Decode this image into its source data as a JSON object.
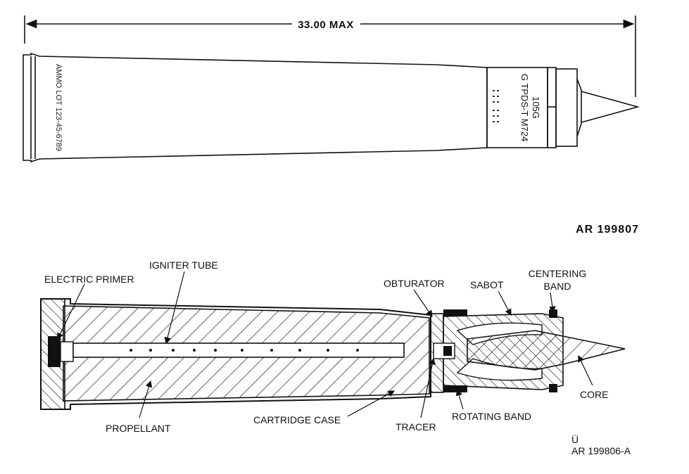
{
  "top_view": {
    "dimension_label": "33.00 MAX",
    "case_stamp": "AMMO LOT 123-45-6789",
    "body_marking_line1": "105G",
    "body_marking_line2": "G TPDS-T M724",
    "ref_code": "AR 199807"
  },
  "section_view": {
    "labels": {
      "electric_primer": "ELECTRIC PRIMER",
      "igniter_tube": "IGNITER TUBE",
      "obturator": "OBTURATOR",
      "sabot": "SABOT",
      "centering_band_1": "CENTERING",
      "centering_band_2": "BAND",
      "core": "CORE",
      "propellant": "PROPELLANT",
      "cartridge_case": "CARTRIDGE CASE",
      "tracer": "TRACER",
      "rotating_band": "ROTATING BAND"
    },
    "corner_mark": "Ü",
    "ref_code": "AR 199806-A"
  }
}
